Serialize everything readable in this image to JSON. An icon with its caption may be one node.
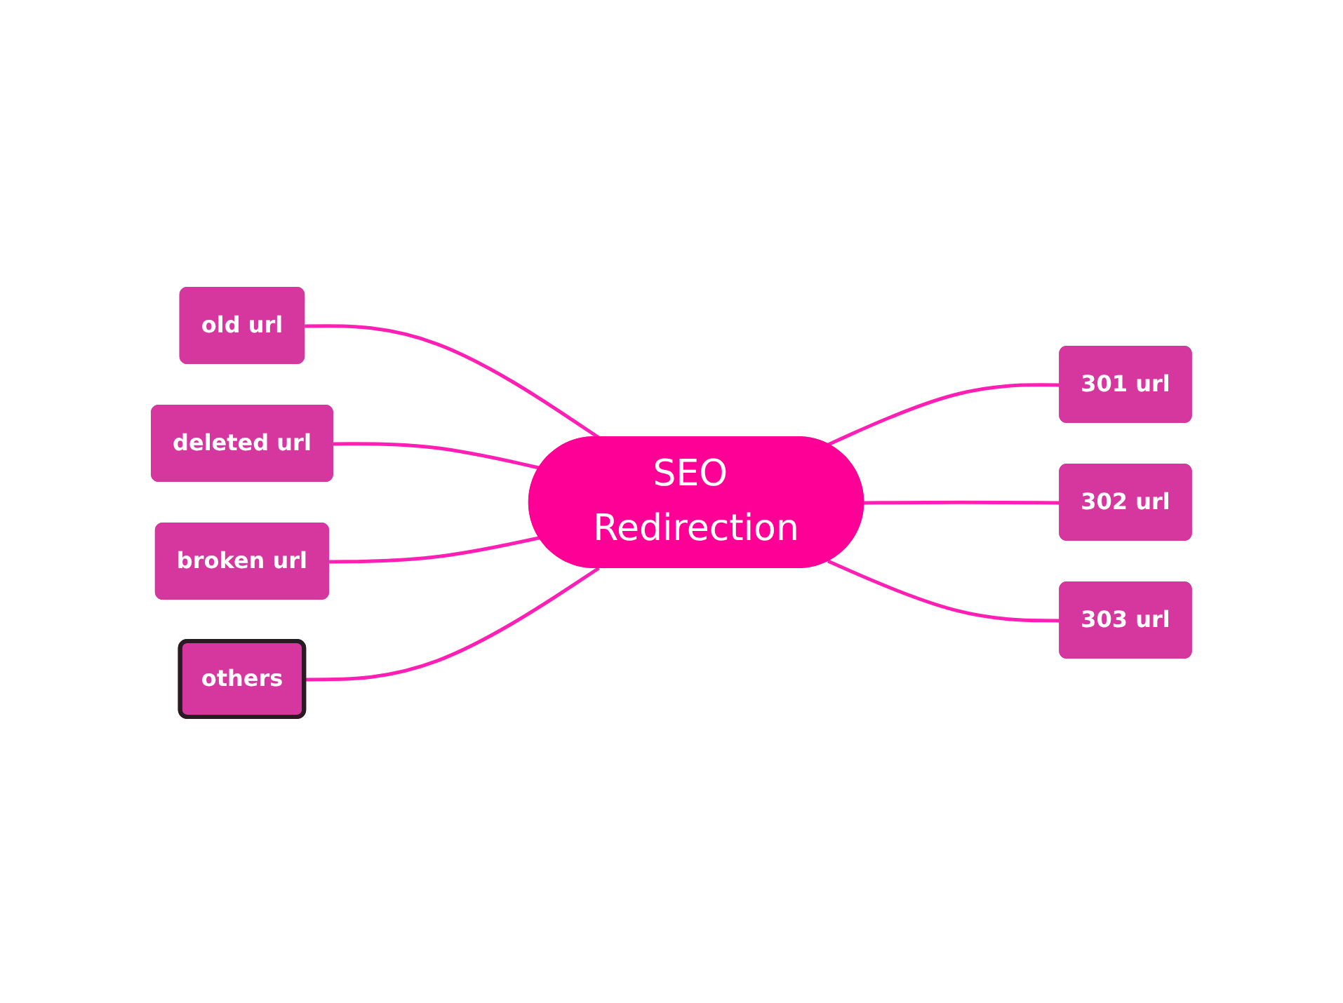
{
  "diagram": {
    "nodes": [
      {
        "text": [
          "SEO Redirection"
        ]
      },
      {
        "text": [
          "old url"
        ]
      },
      {
        "text": [
          "deleted url"
        ]
      },
      {
        "text": [
          "broken url"
        ]
      },
      {
        "text": [
          "others"
        ]
      },
      {
        "text": [
          "301 url"
        ]
      },
      {
        "text": [
          "302 url"
        ]
      },
      {
        "text": [
          "303 url"
        ]
      }
    ],
    "edges": [
      {
        "from": 1,
        "to": 0,
        "arrow": "none"
      },
      {
        "from": 2,
        "to": 0,
        "arrow": "none"
      },
      {
        "from": 3,
        "to": 0,
        "arrow": "none"
      },
      {
        "from": 4,
        "to": 0,
        "arrow": "none"
      },
      {
        "from": 0,
        "to": 5,
        "arrow": "none"
      },
      {
        "from": 0,
        "to": 6,
        "arrow": "none"
      },
      {
        "from": 0,
        "to": 7,
        "arrow": "none"
      }
    ]
  }
}
